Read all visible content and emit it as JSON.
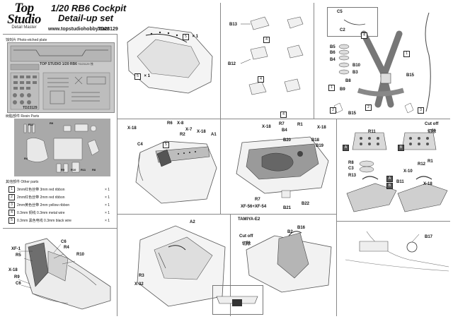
{
  "header": {
    "logo_line1": "Top",
    "logo_line2": "Studio",
    "logo_tag": "Detail Master",
    "title_line1": "1/20 RB6 Cockpit",
    "title_line2": "Detail-up set",
    "website": "www.topstudiohobby.com",
    "product_code": "TD23129"
  },
  "pe_section": {
    "label": "蚀刻片  Photo-etched plate",
    "fret_text": "TOP STUDIO  1/20 RB6",
    "fret_code": "TD23129",
    "fret_code2": "TD23129 蚀"
  },
  "resin_section": {
    "label": "树脂部件  Resin Parts",
    "parts": [
      "R4",
      "R5",
      "R8",
      "R9",
      "R10",
      "R11",
      "R12"
    ]
  },
  "other_parts": {
    "label": "其他部件  Other parts",
    "items": [
      {
        "num": "1",
        "desc": "3mm红色丝带 3mm red ribbon",
        "qty": "× 1"
      },
      {
        "num": "2",
        "desc": "2mm红色丝带 2mm red ribbon",
        "qty": "× 1"
      },
      {
        "num": "3",
        "desc": "2mm黄色丝带 2mm yellow ribbon",
        "qty": "× 1"
      },
      {
        "num": "4",
        "desc": "0.3mm 铜线  0.3mm metal wire",
        "qty": "× 1"
      },
      {
        "num": "5",
        "desc": "0.3mm 黑色电线  0.3mm black wire",
        "qty": "× 1"
      }
    ]
  },
  "step_labels": {
    "s1": [
      "XF-1",
      "R5",
      "R4",
      "C6",
      "R10",
      "X-18",
      "R9",
      "C6"
    ],
    "s2": [
      "5",
      "× 1",
      "5",
      "× 1"
    ],
    "s3": [
      "B13",
      "4",
      "B12",
      "4",
      "4"
    ],
    "s4": [
      "C5",
      "C2",
      "4",
      "1",
      "B5",
      "B6",
      "B4",
      "B10",
      "B3",
      "B8",
      "B9",
      "1",
      "B15",
      "2",
      "2",
      "3",
      "B15"
    ],
    "s5": [
      "X-18",
      "R6",
      "X-8",
      "X-7",
      "R2",
      "X-18",
      "A1",
      "C4",
      "5"
    ],
    "s6": [
      "X-18",
      "R7",
      "B4",
      "X-18",
      "R1",
      "B20",
      "B18",
      "B19",
      "R7",
      "XF-56+XF-54",
      "B21",
      "B22"
    ],
    "s7": [
      "A",
      "R11",
      "B",
      "Cut off",
      "切除",
      "R8",
      "C3",
      "R13",
      "A",
      "X-10",
      "B",
      "B11",
      "R12",
      "R1",
      "X-18"
    ],
    "s8": [
      "A2",
      "R3",
      "X-32"
    ],
    "s9": [
      "TAMIYA-E2",
      "Cut off",
      "切除",
      "B2",
      "B16"
    ],
    "s10": [
      "B17"
    ]
  }
}
